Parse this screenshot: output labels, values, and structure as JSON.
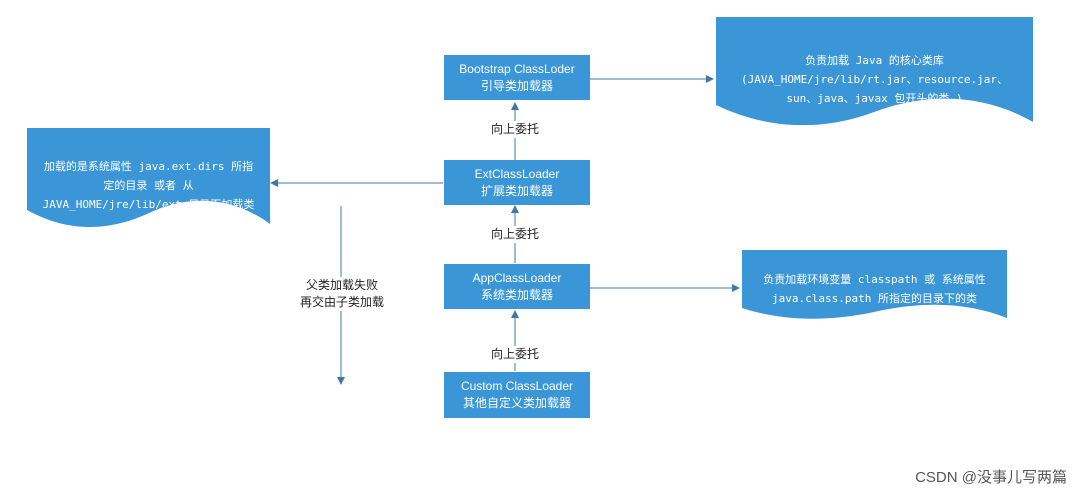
{
  "nodes": {
    "bootstrap": {
      "line1": "Bootstrap ClassLoder",
      "line2": "引导类加载器"
    },
    "ext": {
      "line1": "ExtClassLoader",
      "line2": "扩展类加载器"
    },
    "app": {
      "line1": "AppClassLoader",
      "line2": "系统类加载器"
    },
    "custom": {
      "line1": "Custom ClassLoader",
      "line2": "其他自定义类加载器"
    }
  },
  "edges": {
    "delegate_up": [
      "向上委托",
      "向上委托",
      "向上委托"
    ]
  },
  "docs": {
    "bootstrap_note": {
      "line1": "负责加载 Java 的核心类库",
      "line2": "(JAVA_HOME/jre/lib/rt.jar、resource.jar、",
      "line3": "sun、java、javax 包开头的类 )"
    },
    "ext_note": {
      "line1": "加载的是系统属性 java.ext.dirs 所指",
      "line2": "定的目录 或者 从",
      "line3": "JAVA_HOME/jre/lib/ext 目录下加载类"
    },
    "app_note": {
      "line1": "负责加载环境变量  classpath 或 系统属性",
      "line2": "java.class.path 所指定的目录下的类"
    }
  },
  "fallback": {
    "line1": "父类加载失败",
    "line2": "再交由子类加载"
  },
  "watermark": "CSDN @没事儿写两篇",
  "colors": {
    "box": "#3a96d6",
    "arrow": "#3f79a8"
  }
}
